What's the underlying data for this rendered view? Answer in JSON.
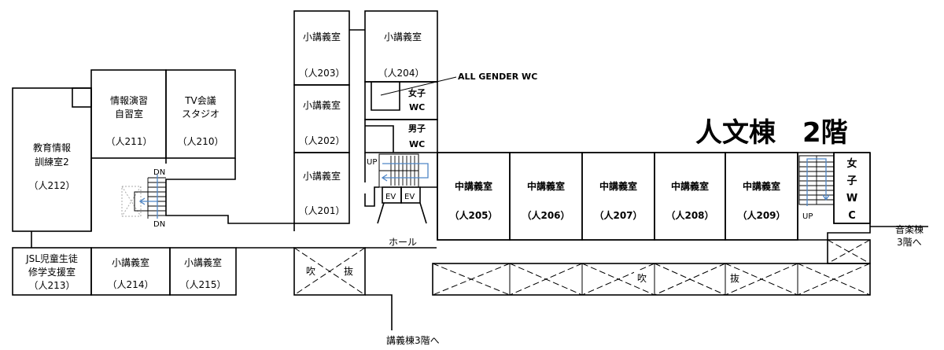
{
  "title": "人文棟　2階",
  "rooms": {
    "r203": {
      "name": "小講義室",
      "num": "（人203）"
    },
    "r204": {
      "name": "小講義室",
      "num": "（人204）"
    },
    "r202": {
      "name": "小講義室",
      "num": "（人202）"
    },
    "r201": {
      "name": "小講義室",
      "num": "（人201）"
    },
    "r211": {
      "name1": "情報演習",
      "name2": "自習室",
      "num": "（人211）"
    },
    "r210": {
      "name1": "TV会議",
      "name2": "スタジオ",
      "num": "（人210）"
    },
    "r212": {
      "name1": "教育情報",
      "name2": "訓練室2",
      "num": "（人212）"
    },
    "r213": {
      "name1": "JSL児童生徒",
      "name2": "修学支援室",
      "num": "（人213）"
    },
    "r214": {
      "name": "小講義室",
      "num": "（人214）"
    },
    "r215": {
      "name": "小講義室",
      "num": "（人215）"
    },
    "r205": {
      "name": "中講義室",
      "num": "（人205）"
    },
    "r206": {
      "name": "中講義室",
      "num": "（人206）"
    },
    "r207": {
      "name": "中講義室",
      "num": "（人207）"
    },
    "r208": {
      "name": "中講義室",
      "num": "（人208）"
    },
    "r209": {
      "name": "中講義室",
      "num": "（人209）"
    }
  },
  "wc": {
    "all_gender": "ALL GENDER WC",
    "women_mid_1": "女子",
    "women_mid_2": "WC",
    "men_1": "男子",
    "men_2": "WC",
    "women_right": [
      "女",
      "子",
      "W",
      "C"
    ]
  },
  "labels": {
    "dn": "DN",
    "up": "UP",
    "ev": "EV",
    "hall": "ホール",
    "void_1": "吹",
    "void_2": "抜",
    "to_music_1": "音楽棟",
    "to_music_2": "3階へ",
    "to_lecture": "講義棟3階へ"
  }
}
